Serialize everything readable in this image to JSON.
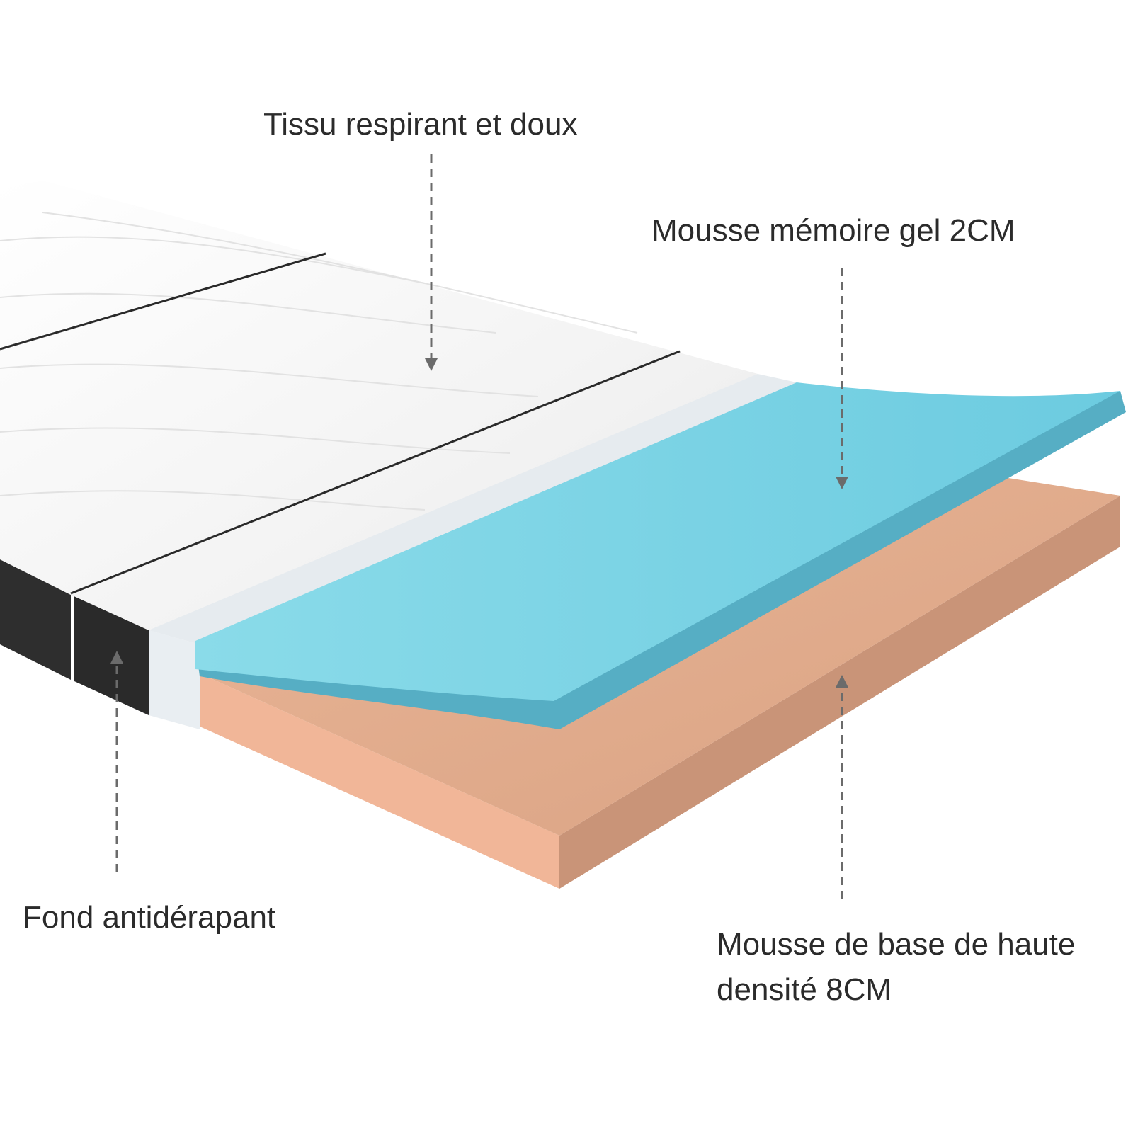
{
  "labels": {
    "fabric": "Tissu respirant et doux",
    "gel_foam": "Mousse mémoire gel 2CM",
    "bottom": "Fond antidérapant",
    "base_foam_line1": "Mousse de base de haute",
    "base_foam_line2": "densité 8CM"
  },
  "colors": {
    "background": "#ffffff",
    "fabric_top": "#f4f4f4",
    "fabric_stripe": "#2a2a2a",
    "gel_foam_top": "#7fd6e6",
    "gel_foam_edge": "#56aec4",
    "base_foam_top": "#e6ad8e",
    "base_foam_front": "#f0b596",
    "base_foam_side": "#c99478",
    "bottom_black": "#2b2b2b",
    "clear_layer": "#e8edf1",
    "arrow": "#6b6b6b",
    "label_text": "#2b2b2b"
  }
}
